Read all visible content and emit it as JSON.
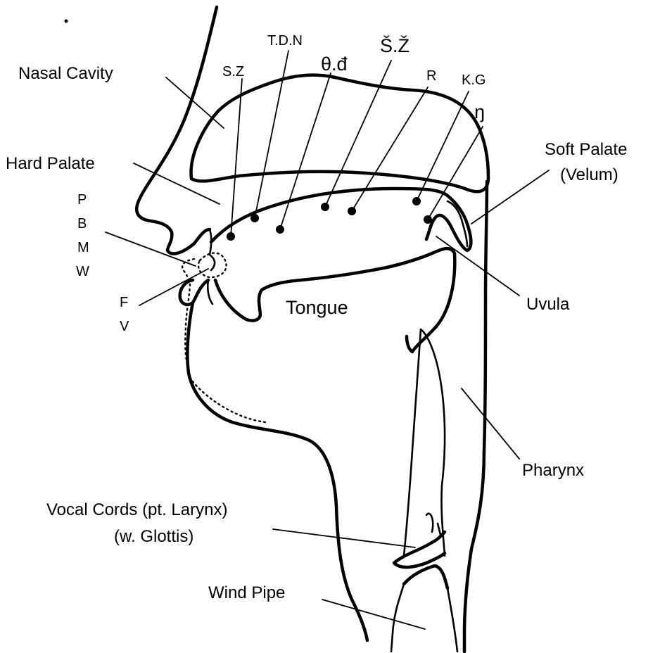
{
  "diagram": {
    "labels": {
      "nasal_cavity": "Nasal Cavity",
      "hard_palate": "Hard Palate",
      "soft_palate": "Soft Palate",
      "velum": "(Velum)",
      "uvula": "Uvula",
      "tongue": "Tongue",
      "pharynx": "Pharynx",
      "vocal_cords": "Vocal Cords (pt. Larynx)",
      "glottis": "(w. Glottis)",
      "wind_pipe": "Wind Pipe"
    },
    "sounds": {
      "p": "P",
      "b": "B",
      "m": "M",
      "w": "W",
      "f": "F",
      "v": "V",
      "sz": "S.Z",
      "tdn": "T.D.N",
      "th": "θ.đ",
      "sh_zh": "Š.Ž",
      "r": "R",
      "kg": "K.G",
      "ng": "ŋ"
    }
  }
}
